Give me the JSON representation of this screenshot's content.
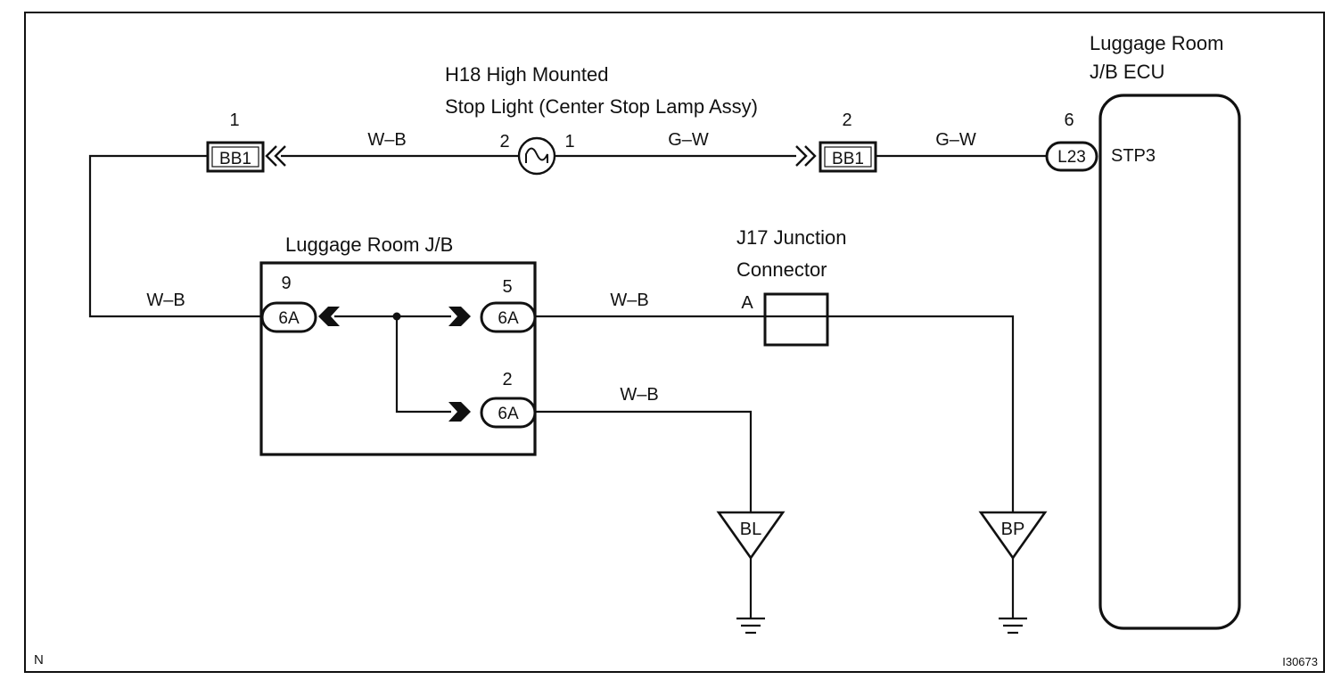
{
  "corner_left": "N",
  "figure_id": "I30673",
  "ecu": {
    "title_line1": "Luggage Room",
    "title_line2": "J/B ECU",
    "terminal_name": "STP3",
    "connector": "L23",
    "pin": "6"
  },
  "stop_light": {
    "title_line1": "H18 High Mounted",
    "title_line2": "Stop Light (Center Stop Lamp Assy)",
    "pin_left": "2",
    "pin_right": "1"
  },
  "connector_bb1_left": {
    "label": "BB1",
    "pin": "1"
  },
  "connector_bb1_right": {
    "label": "BB1",
    "pin": "2"
  },
  "junction_block": {
    "title": "Luggage Room J/B",
    "terminals": [
      {
        "pin": "9",
        "label": "6A"
      },
      {
        "pin": "5",
        "label": "6A"
      },
      {
        "pin": "2",
        "label": "6A"
      }
    ]
  },
  "junction_connector": {
    "title_line1": "J17 Junction",
    "title_line2": "Connector",
    "pin": "A"
  },
  "wires": {
    "top_left": "W–B",
    "top_mid": "G–W",
    "top_right": "G–W",
    "left_vertical": "W–B",
    "jb_out_5": "W–B",
    "jb_out_2": "W–B"
  },
  "grounds": [
    {
      "label": "BL"
    },
    {
      "label": "BP"
    }
  ]
}
